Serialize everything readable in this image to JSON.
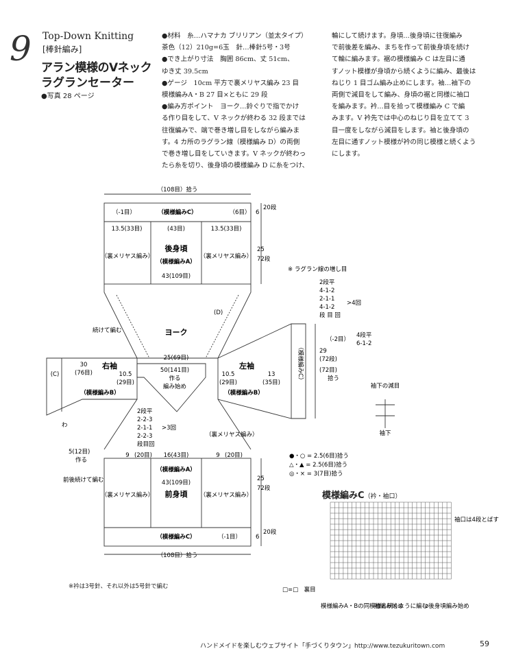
{
  "header": {
    "number": "9",
    "category": "Top-Down Knitting",
    "subcategory": "[棒針編み]",
    "title_line1": "アラン模様のVネック",
    "title_line2": "ラグランセーター",
    "photo_ref": "●写真 28 ページ"
  },
  "instructions": {
    "col1": [
      "●材料　糸…ハマナカ ブリリアン（並太タイプ）",
      "茶色（12）210g=6玉　針…棒針5号・3号",
      "●でき上がり寸法　胸囲 86cm、丈 51cm、",
      "ゆき丈 39.5cm",
      "●ゲージ　10cm 平方で裏メリヤス編み 23 目",
      "模様編みA・B 27 目×ともに 29 段",
      "●編み方ポイント　ヨーク…鈴ぐりで指でかけ",
      "る作り目をして、V ネックが終わる 32 段までは",
      "往復編みで、端で巻き増し目をしながら編みま",
      "す。4 カ所のラグラン線（模様編み D）の両側",
      "で巻き増し目をしていきます。V ネックが終わっ",
      "たら糸を切り、後身頃の模様編み D に糸をつけ、"
    ],
    "col2": [
      "輪にして続けます。身頃…後身頃に往復編み",
      "で前後差を編み、まちを作って前後身頃を続け",
      "て輪に編みます。裾の模様編み C は左目に通",
      "すノット模様が身頃から続くように編み、最後は",
      "ねじり 1 目ゴム編み止めにします。袖…袖下の",
      "両側で減目をして編み、身頃の裾と同様に袖口",
      "を編みます。衿…目を拾って模様編み C で編",
      "みます。V 衿先では中心のねじり目を立てて 3",
      "目一度をしながら減目をします。袖と後身頃の",
      "左目に通すノット模様が衿の同じ模様と続くよう",
      "にします。"
    ]
  },
  "diagram": {
    "top_pickup": "（108目）拾う",
    "bottom_pickup": "（108目）拾う",
    "collar_top": {
      "left": "（-1目）",
      "center": "（模様編みC）",
      "right": "（6目）",
      "rows": "20段",
      "cm": "6"
    },
    "back": {
      "title": "後身頃",
      "pattern": "（模様編みA）",
      "top_left": "13.5(33目)",
      "top_mid": "(43目)",
      "top_right": "13.5(33目)",
      "side_left": "（裏メリヤス編み）",
      "side_right": "（裏メリヤス編み）",
      "width": "43(109目)",
      "len_cm": "25",
      "len_rows": "72段"
    },
    "yoke": {
      "title": "ヨーク",
      "width": "25(69目)",
      "cast_on": "50(141目)",
      "cast_on2": "作る",
      "start": "編み始め"
    },
    "right_sleeve": {
      "title": "右袖",
      "pattern": "（模様編みB）",
      "len": "30",
      "len_sts": "(76目)",
      "w": "10.5",
      "w_sts": "(29目)",
      "cuff": "(C)"
    },
    "left_sleeve": {
      "title": "左袖",
      "pattern": "（模様編みB）",
      "w": "10.5",
      "w_sts": "(29目)",
      "w2": "13",
      "w2_sts": "(35目)",
      "cuff": "（模様編みC）",
      "len": "29",
      "len_sts": "(72段)",
      "pick": "(72目)",
      "pick2": "拾う",
      "dec": "（-2目）",
      "dec_rule": "4段平",
      "dec_rule2": "6-1-2"
    },
    "front": {
      "title": "前身頃",
      "pattern": "（模様編みA）",
      "side_left": "（裏メリヤス編み）",
      "side_right": "（裏メリヤス編み）",
      "width": "43(109目)",
      "mid": "16(43目)",
      "left9": "9",
      "left9s": "(20目)",
      "right9": "9",
      "right9s": "(20目)",
      "len_cm": "25",
      "len_rows": "72段"
    },
    "collar_bottom": {
      "center": "（模様編みC）",
      "right": "（-1目）",
      "rows": "20段",
      "cm": "6"
    },
    "raglan_note": "※ ラグラン線の増し目",
    "raglan_rule": [
      "2段平",
      "4-1-2",
      "2-1-1",
      "4-1-2",
      "段 目 回"
    ],
    "raglan_times": ">4回",
    "neck_rule": [
      "2段平",
      "2-2-3",
      "2-1-1",
      "2-2-3",
      "段目回"
    ],
    "neck_times": ">3回",
    "legend": [
      "●・○ = 2.5(6目)拾う",
      "△・▲ = 2.5(6目)拾う",
      "◎・× = 3(7目)拾う"
    ],
    "sleeve_dec_title": "袖下の減目",
    "sleeve_dec_label": "袖下",
    "misc": {
      "uramery": "（裏メリヤス編み）",
      "front_back_cont": "前後続けて編む",
      "cont": "続けて編む",
      "make5": "5(12目)",
      "make5b": "作る",
      "wa": "わ",
      "d": "(D)"
    }
  },
  "chart": {
    "title": "模様編みC",
    "title_sub": "（衿・袖口）",
    "note_right": "袖口は4段とばす",
    "legend_key": "□=□　裏目",
    "label_a": "模様編みA・Bの同模様と続くように編む",
    "label_b": "袖編み始め",
    "label_c": "ø後身頃編み始め"
  },
  "footer": {
    "needles": "※衿は3号針、それ以外は5号針で編む",
    "site": "ハンドメイドを楽しむウェブサイト「手づくりタウン」http://www.tezukuritown.com",
    "page": "59"
  }
}
